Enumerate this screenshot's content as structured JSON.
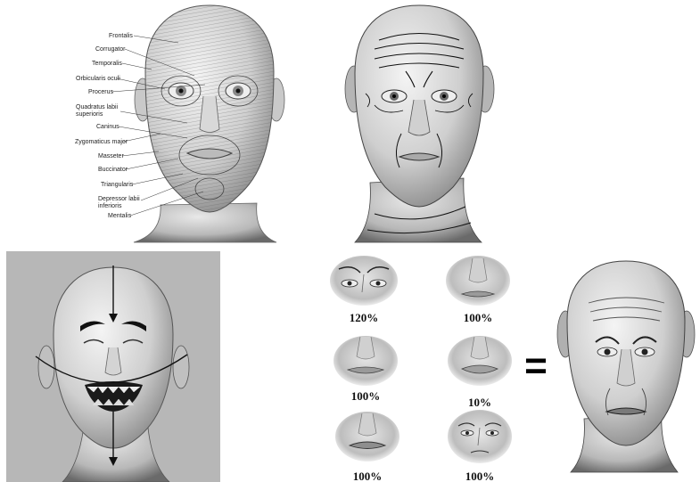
{
  "muscle_labels": [
    {
      "id": "frontalis",
      "lines": [
        "Frontalis"
      ]
    },
    {
      "id": "corrugator",
      "lines": [
        "Corrugator"
      ]
    },
    {
      "id": "temporalis",
      "lines": [
        "Temporalis"
      ]
    },
    {
      "id": "orbicularis-oculi",
      "lines": [
        "Orbicularis oculi"
      ]
    },
    {
      "id": "procerus",
      "lines": [
        "Procerus"
      ]
    },
    {
      "id": "quadratus-labii-superioris",
      "lines": [
        "Quadratus labii",
        "superioris"
      ]
    },
    {
      "id": "caninus",
      "lines": [
        "Caninus"
      ]
    },
    {
      "id": "zygomaticus-major",
      "lines": [
        "Zygomaticus major"
      ]
    },
    {
      "id": "masseter",
      "lines": [
        "Masseter"
      ]
    },
    {
      "id": "buccinator",
      "lines": [
        "Buccinator"
      ]
    },
    {
      "id": "triangularis",
      "lines": [
        "Triangularis"
      ]
    },
    {
      "id": "depressor-labii-inferioris",
      "lines": [
        "Depressor labii",
        "inferioris"
      ]
    },
    {
      "id": "mentalis",
      "lines": [
        "Mentalis"
      ]
    }
  ],
  "blend_weights": [
    {
      "region": "brow",
      "value": "120%"
    },
    {
      "region": "mouth",
      "value": "100%"
    },
    {
      "region": "lips",
      "value": "100%"
    },
    {
      "region": "lips-open",
      "value": "10%"
    },
    {
      "region": "lips-pressed",
      "value": "100%"
    },
    {
      "region": "eyes",
      "value": "100%"
    }
  ],
  "equals_sign": "="
}
